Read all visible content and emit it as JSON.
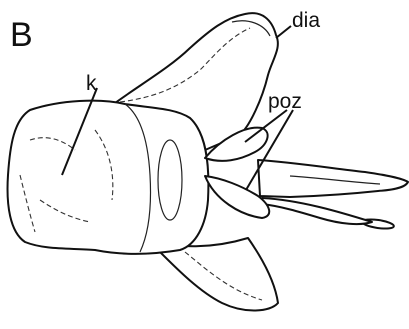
{
  "figure": {
    "panel_letter": "B",
    "labels": {
      "dia": "dia",
      "k": "k",
      "poz": "poz"
    },
    "colors": {
      "ink": "#111111",
      "background": "#ffffff"
    }
  }
}
